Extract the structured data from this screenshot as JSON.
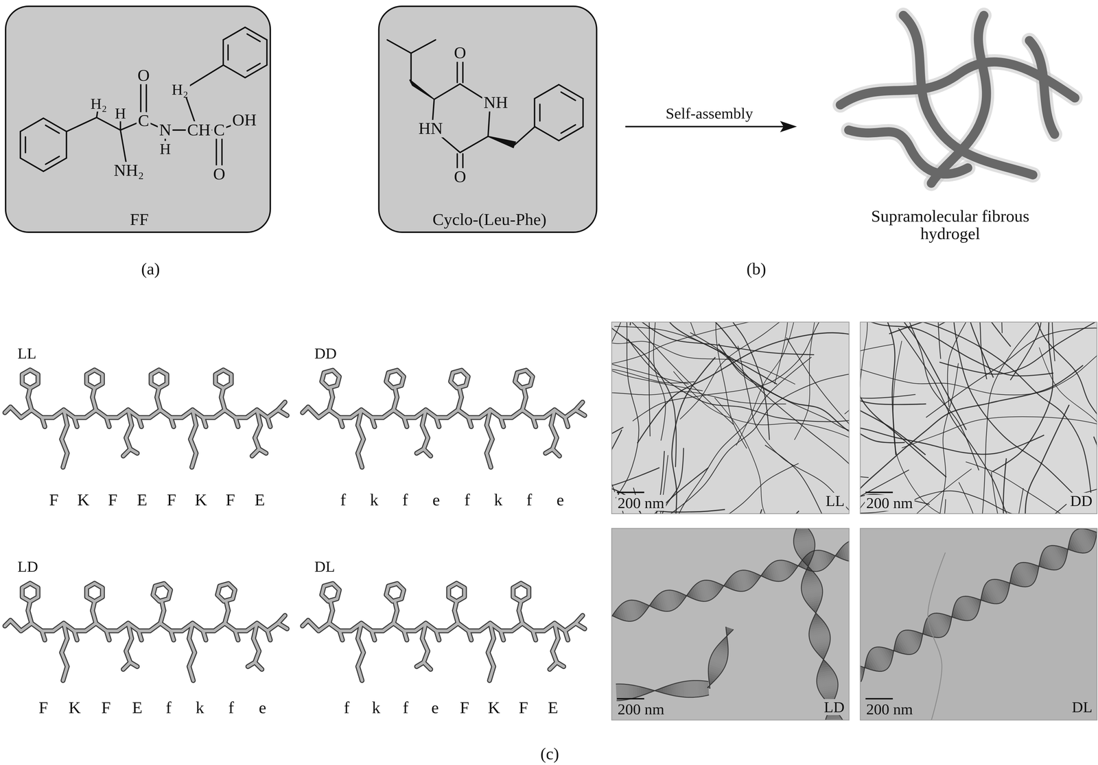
{
  "diagram": {
    "nodes": [
      {
        "text": [
          "FF"
        ]
      },
      {
        "text": [
          "Cyclo-(Leu-Phe)"
        ]
      },
      {
        "text": [
          "200 nm",
          "LL"
        ]
      },
      {
        "text": [
          "200 nm",
          "DD"
        ]
      },
      {
        "text": [
          "200 nm",
          "LD"
        ]
      },
      {
        "text": [
          "200 nm",
          "DL"
        ]
      }
    ],
    "labels": [
      "H₂",
      "H",
      "O",
      "C",
      "N",
      "H",
      "H₂",
      "CH",
      "C",
      "OH",
      "O",
      "NH₂",
      "O",
      "NH",
      "HN",
      "O",
      "(a)",
      "Self-assembly",
      "Supramolecular fibrous hydrogel",
      "(b)",
      "LL",
      "F",
      "K",
      "F",
      "E",
      "F",
      "K",
      "F",
      "E",
      "DD",
      "f",
      "k",
      "f",
      "e",
      "f",
      "k",
      "f",
      "e",
      "LD",
      "F",
      "K",
      "F",
      "E",
      "f",
      "k",
      "f",
      "e",
      "DL",
      "f",
      "k",
      "f",
      "e",
      "F",
      "K",
      "F",
      "E",
      "(c)"
    ]
  }
}
